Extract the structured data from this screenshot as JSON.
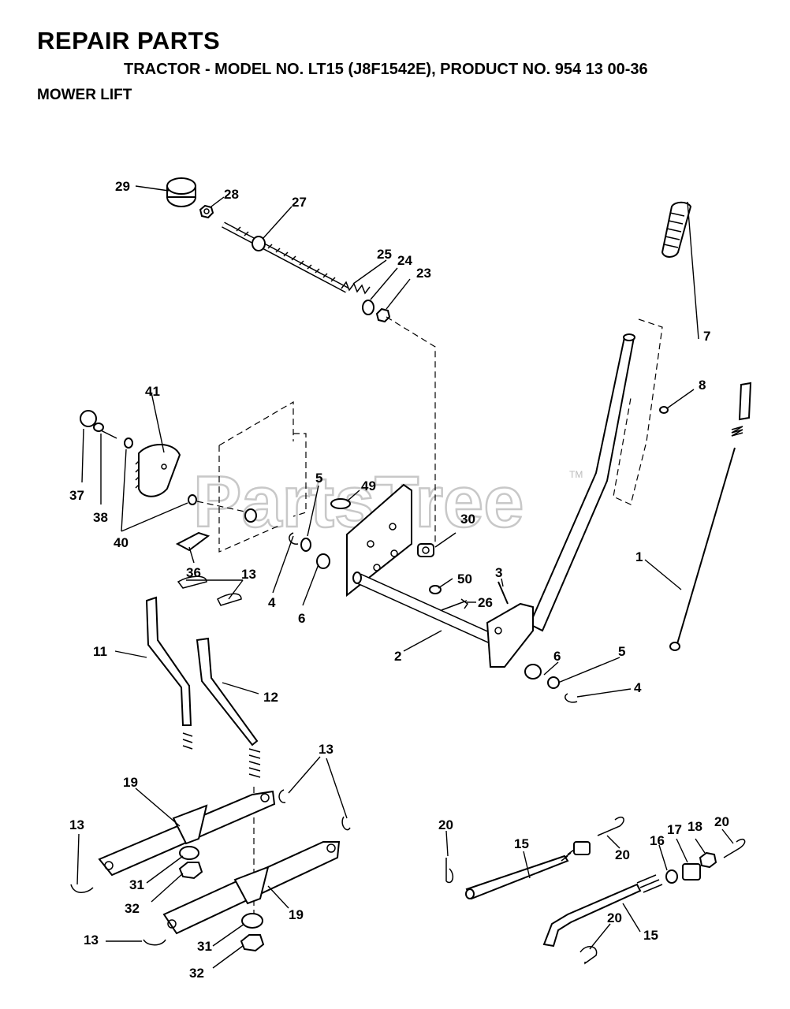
{
  "header": {
    "title": "REPAIR PARTS",
    "subtitle": "TRACTOR - MODEL NO. LT15 (J8F1542E), PRODUCT NO. 954 13 00-36",
    "section": "MOWER LIFT"
  },
  "watermark": {
    "text": "PartsTree",
    "tm": "TM"
  },
  "callouts": [
    "29",
    "28",
    "27",
    "25",
    "24",
    "23",
    "7",
    "8",
    "41",
    "37",
    "38",
    "40",
    "5",
    "49",
    "30",
    "36",
    "4",
    "6",
    "3",
    "50",
    "26",
    "1",
    "13",
    "11",
    "12",
    "2",
    "6",
    "5",
    "4",
    "13",
    "19",
    "13",
    "31",
    "32",
    "19",
    "13",
    "31",
    "32",
    "20",
    "15",
    "20",
    "16",
    "17",
    "18",
    "20",
    "20",
    "15"
  ]
}
